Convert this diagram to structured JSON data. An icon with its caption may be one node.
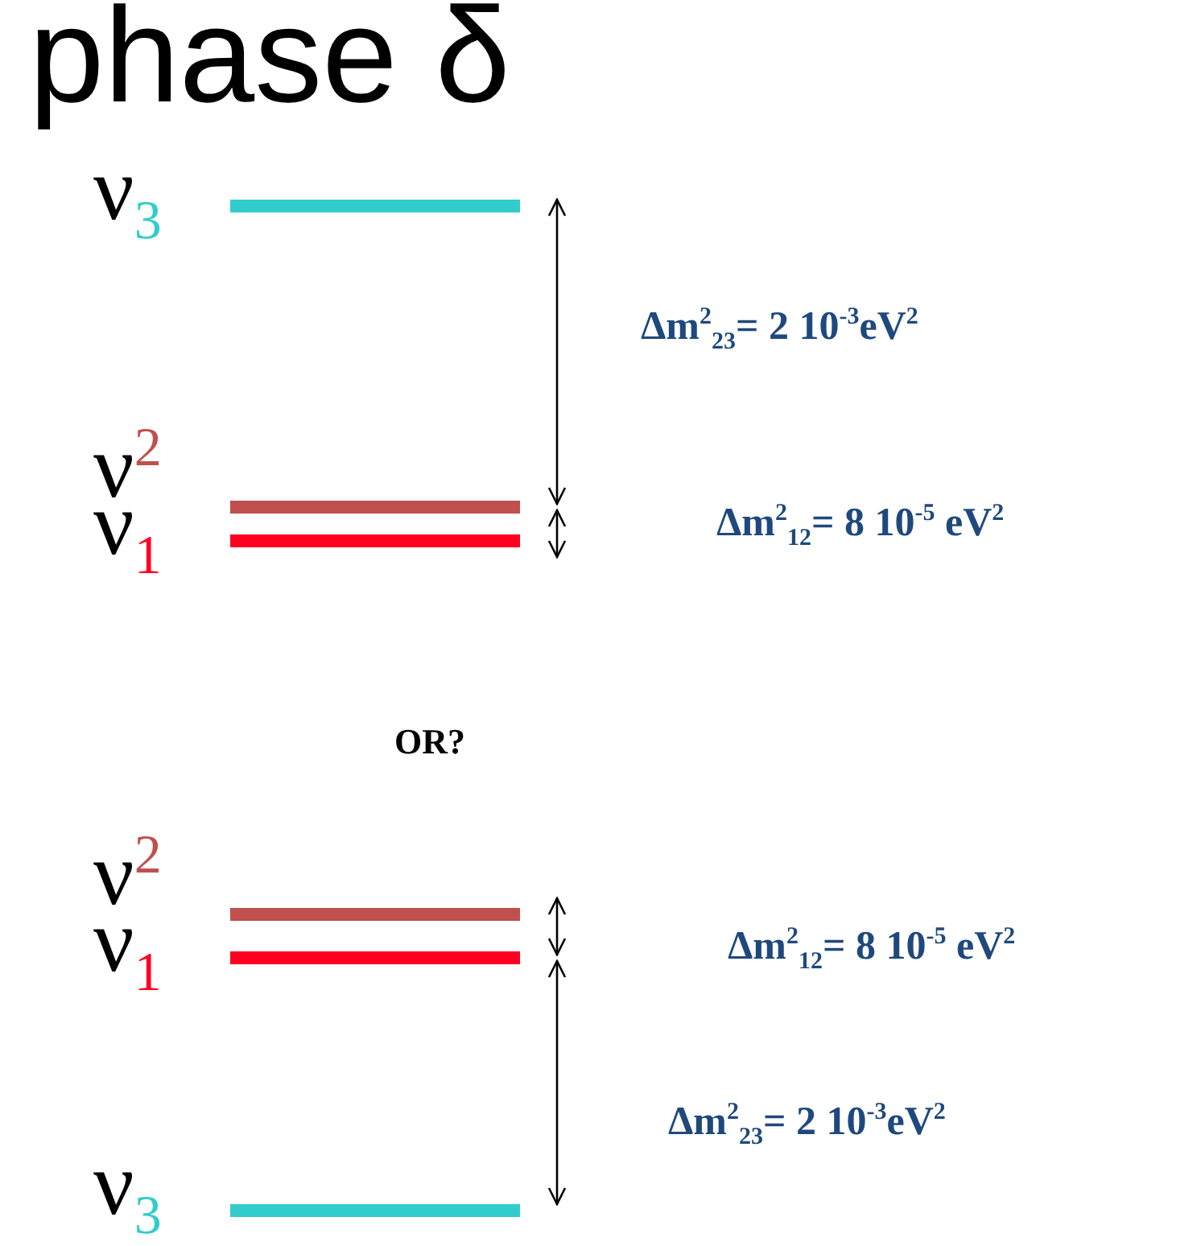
{
  "diagram": {
    "title": "phase δ",
    "nodes": [
      {
        "text": [],
        "shape": "bar",
        "beside": [
          "ν$_{3}$"
        ]
      },
      {
        "text": [],
        "shape": "bar",
        "beside": [
          "ν$^{2}$"
        ]
      },
      {
        "text": [],
        "shape": "bar",
        "beside": [
          "ν$_{1}$"
        ]
      },
      {
        "text": [],
        "shape": "bar",
        "beside": [
          "ν$^{2}$"
        ]
      },
      {
        "text": [],
        "shape": "bar",
        "beside": [
          "ν$_{1}$"
        ]
      },
      {
        "text": [],
        "shape": "bar",
        "beside": [
          "ν$_{3}$"
        ]
      }
    ],
    "edges": [],
    "labels": [
      "Δm$^{2}$$_{23}$= 2 10$^{-3}$eV$^{2}$",
      "Δm$^{2}$$_{12}$= 8 10$^{-5}$ eV$^{2}$",
      "OR?",
      "Δm$^{2}$$_{12}$= 8 10$^{-5}$ eV$^{2}$",
      "Δm$^{2}$$_{23}$= 2 10$^{-3}$eV$^{2}$"
    ]
  }
}
